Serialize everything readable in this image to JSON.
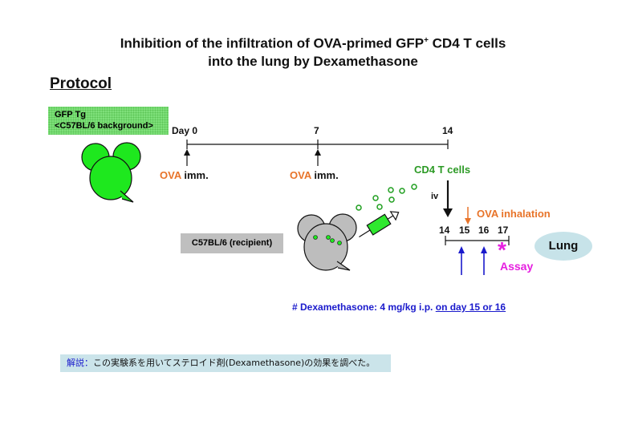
{
  "title": {
    "line1_pre": "Inhibition of the infiltration of OVA-primed GFP",
    "line1_sup": "+",
    "line1_post": " CD4 T cells",
    "line2": "into the lung by Dexamethasone"
  },
  "protocol": "Protocol",
  "donor": {
    "line1": "GFP Tg",
    "line2": "<C57BL/6 background>"
  },
  "timeline1": {
    "day0": "Day 0",
    "day7": "7",
    "day14": "14"
  },
  "imm": {
    "ova": "OVA",
    "imm": " imm."
  },
  "transfer": {
    "cells": "CD4 T cells",
    "route": "iv"
  },
  "recipient": "C57BL/6 (recipient)",
  "inhalation": "OVA inhalation",
  "timeline2": {
    "d14": "14",
    "d15": "15",
    "d16": "16",
    "d17": "17"
  },
  "assay": "Assay",
  "assay_symbol": "*",
  "lung": "Lung",
  "dexa": {
    "prefix": "# Dexamethasone: 4 mg/kg i.p. ",
    "days": "on day 15 or 16"
  },
  "note": {
    "head": "解説：",
    "body": "この実験系を用いてステロイド剤(Dexamethasone)の効果を調べた。"
  },
  "colors": {
    "orange": "#e8742a",
    "green": "#2c9a25",
    "blue": "#1a1acc",
    "magenta": "#e61ee0",
    "mouse_green": "#1ee81e",
    "mouse_gray": "#bdbdbd"
  }
}
